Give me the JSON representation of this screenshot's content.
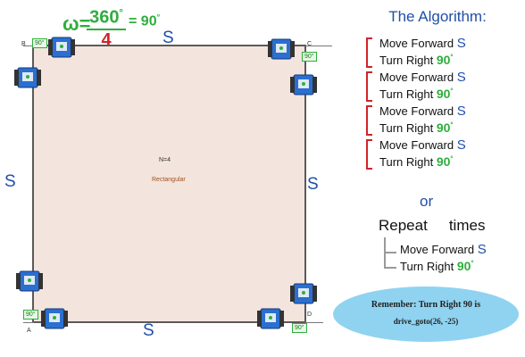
{
  "formula": {
    "lhs": "ω=",
    "numerator": "360",
    "numerator_sup": "°",
    "denominator": "4",
    "rhs": "= 90",
    "rhs_sup": "°"
  },
  "square": {
    "side_label": "S",
    "center_label": "N=4",
    "shape_label": "Rectangular",
    "corners": {
      "a": "A",
      "b": "B",
      "c": "C",
      "d": "D"
    },
    "angle_label": "90°"
  },
  "algorithm": {
    "title": "The Algorithm:",
    "steps": [
      {
        "forward": "Move Forward",
        "s": "S",
        "turn": "Turn Right",
        "deg": "90",
        "deg_sup": "°"
      },
      {
        "forward": "Move Forward",
        "s": "S",
        "turn": "Turn Right",
        "deg": "90",
        "deg_sup": "°"
      },
      {
        "forward": "Move Forward",
        "s": "S",
        "turn": "Turn Right",
        "deg": "90",
        "deg_sup": "°"
      },
      {
        "forward": "Move Forward",
        "s": "S",
        "turn": "Turn Right",
        "deg": "90",
        "deg_sup": "°"
      }
    ],
    "or": "or",
    "repeat": {
      "word": "Repeat",
      "times": "times",
      "forward": "Move Forward",
      "s": "S",
      "turn": "Turn Right",
      "deg": "90",
      "deg_sup": "°"
    }
  },
  "note": {
    "line1": "Remember: Turn Right 90 is",
    "line2": "drive_goto(26, -25)"
  },
  "colors": {
    "blue": "#1f4fa8",
    "green": "#2fae3c",
    "red": "#d0232a",
    "square_fill": "#f3e4dd",
    "note_fill": "#8fd3f1"
  }
}
